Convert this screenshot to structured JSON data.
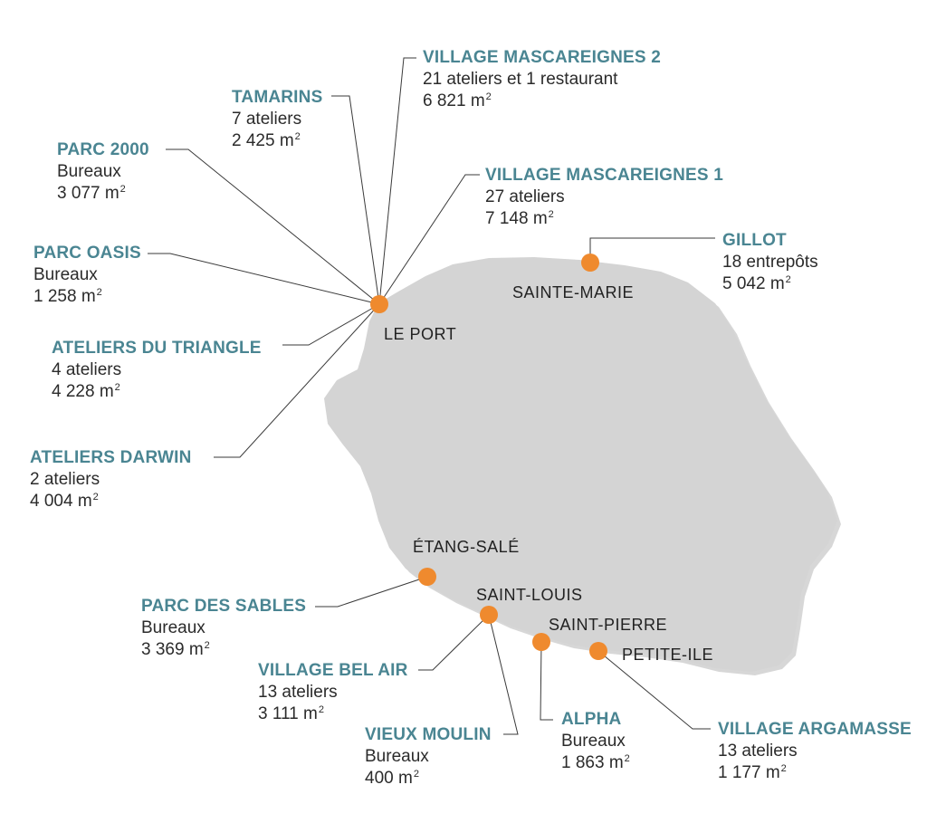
{
  "colors": {
    "island": "#d4d4d4",
    "island_shadow": "#bdbdbd",
    "marker": "#ef8a2e",
    "site_name": "#4a8592",
    "text": "#2b2b2b",
    "leader": "#3a3a3a"
  },
  "unit": "m",
  "unit_exponent": "2",
  "towns": {
    "le_port": "LE PORT",
    "sainte_marie": "SAINTE-MARIE",
    "etang_sale": "ÉTANG-SALÉ",
    "saint_louis": "SAINT-LOUIS",
    "saint_pierre": "SAINT-PIERRE",
    "petite_ile": "PETITE-ILE"
  },
  "sites": {
    "village_mascareignes_2": {
      "name": "VILLAGE MASCAREIGNES 2",
      "detail": "21 ateliers et 1 restaurant",
      "area": "6 821"
    },
    "tamarins": {
      "name": "TAMARINS",
      "detail": "7 ateliers",
      "area": "2 425"
    },
    "parc_2000": {
      "name": "PARC 2000",
      "detail": "Bureaux",
      "area": "3 077"
    },
    "village_mascareignes_1": {
      "name": "VILLAGE MASCAREIGNES 1",
      "detail": "27 ateliers",
      "area": "7 148"
    },
    "gillot": {
      "name": "GILLOT",
      "detail": "18 entrepôts",
      "area": "5 042"
    },
    "parc_oasis": {
      "name": "PARC OASIS",
      "detail": "Bureaux",
      "area": "1 258"
    },
    "ateliers_du_triangle": {
      "name": "ATELIERS DU TRIANGLE",
      "detail": "4 ateliers",
      "area": "4 228"
    },
    "ateliers_darwin": {
      "name": "ATELIERS DARWIN",
      "detail": "2 ateliers",
      "area": "4 004"
    },
    "parc_des_sables": {
      "name": "PARC DES SABLES",
      "detail": "Bureaux",
      "area": "3 369"
    },
    "village_bel_air": {
      "name": "VILLAGE BEL AIR",
      "detail": "13 ateliers",
      "area": "3 111"
    },
    "vieux_moulin": {
      "name": "VIEUX MOULIN",
      "detail": "Bureaux",
      "area": "400"
    },
    "alpha": {
      "name": "ALPHA",
      "detail": "Bureaux",
      "area": "1 863"
    },
    "village_argamasse": {
      "name": "VILLAGE ARGAMASSE",
      "detail": "13 ateliers",
      "area": "1 177"
    }
  }
}
